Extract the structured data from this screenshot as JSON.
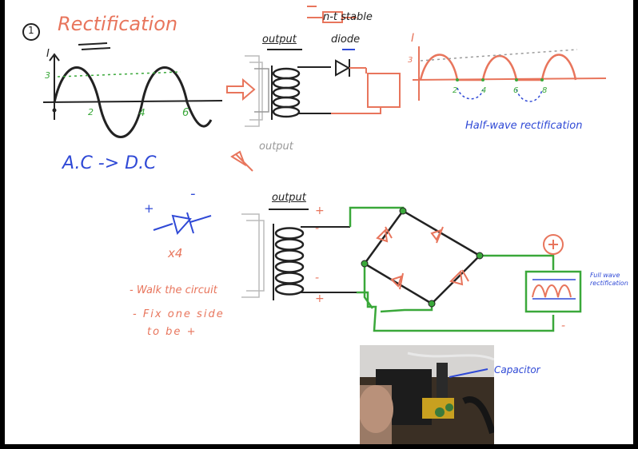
{
  "header": {
    "top_label": "n-t stable",
    "section_number": "1",
    "title": "Rectification"
  },
  "half_wave": {
    "output_label": "output",
    "diode_label": "diode",
    "output_label_faint": "output",
    "caption": "Half-wave rectification",
    "sine_ticks": [
      "2",
      "4",
      "6"
    ],
    "rectified_ticks": [
      "2",
      "4",
      "6",
      "8"
    ],
    "axis_letter": "I",
    "peak_label": "3"
  },
  "conversion": {
    "text": "A.C -> D.C"
  },
  "full_wave": {
    "output_label": "output",
    "times_four": "x4",
    "note1": "- Walk the circuit",
    "note2_line1": "- Fix one side",
    "note2_line2": "to be +",
    "caption": "Full wave rectification",
    "plus": "+",
    "minus": "-"
  },
  "photo": {
    "label": "Capacitor"
  },
  "colors": {
    "red": "#e8755c",
    "blue": "#2f49d6",
    "green": "#3aa83a",
    "ink": "#222222"
  }
}
